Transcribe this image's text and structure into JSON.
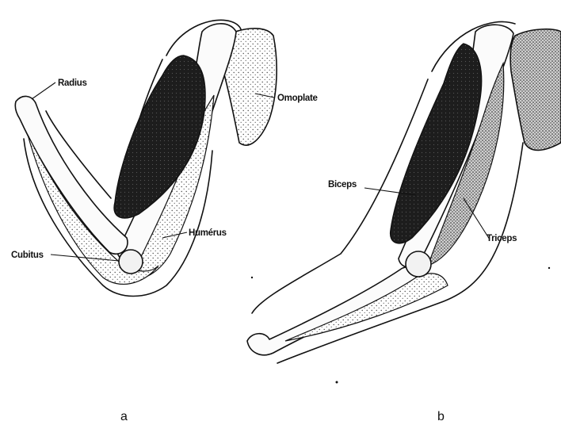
{
  "figure_a": {
    "labels": {
      "radius": "Radius",
      "omoplate": "Omoplate",
      "humerus": "Humérus",
      "cubitus": "Cubitus"
    },
    "caption": "a"
  },
  "figure_b": {
    "labels": {
      "biceps": "Biceps",
      "triceps": "Triceps"
    },
    "caption": "b"
  },
  "colors": {
    "ink": "#111111",
    "muscle": "#1a1a1a",
    "stipple": "#555555",
    "background": "#ffffff"
  }
}
